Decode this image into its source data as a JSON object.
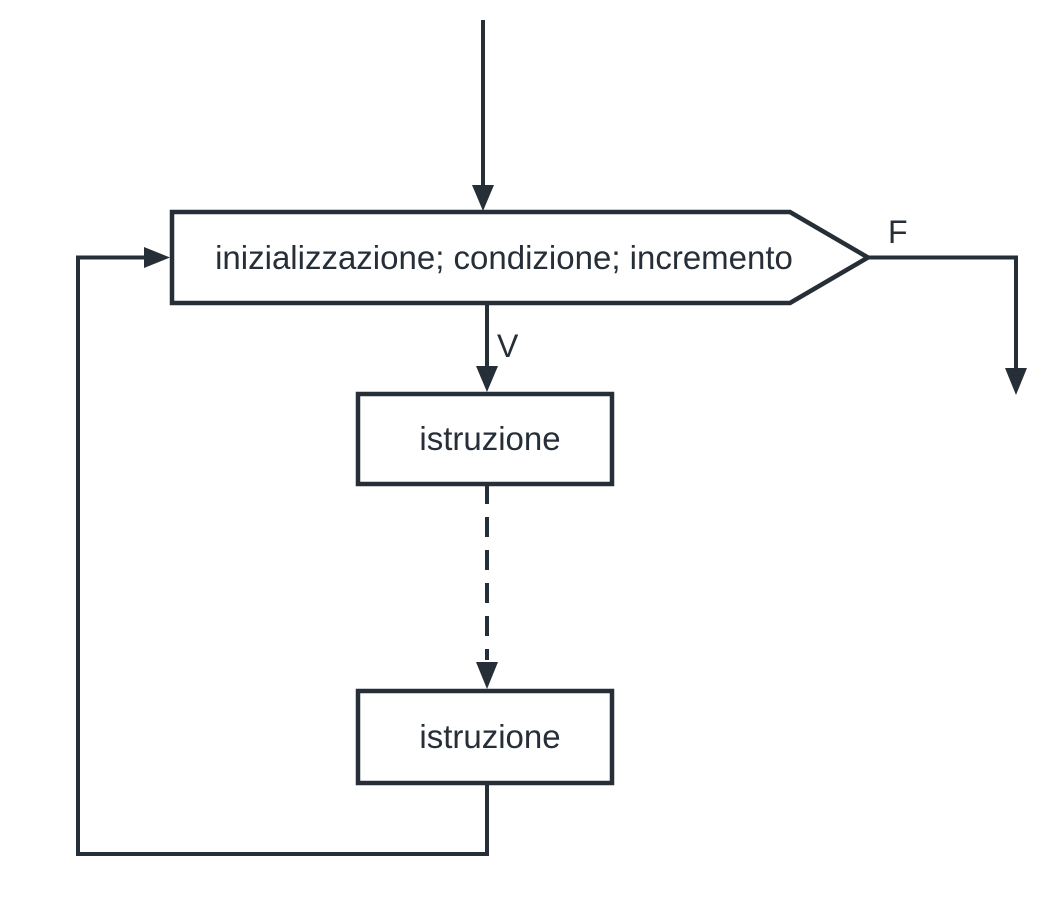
{
  "colors": {
    "stroke": "#262e38",
    "text": "#262e38",
    "background": "#ffffff"
  },
  "flowchart": {
    "condition": {
      "label": "inizializzazione; condizione; incremento"
    },
    "false_branch": {
      "label": "F"
    },
    "true_branch": {
      "label": "V"
    },
    "nodes": [
      {
        "label": "istruzione"
      },
      {
        "label": "istruzione"
      }
    ]
  }
}
